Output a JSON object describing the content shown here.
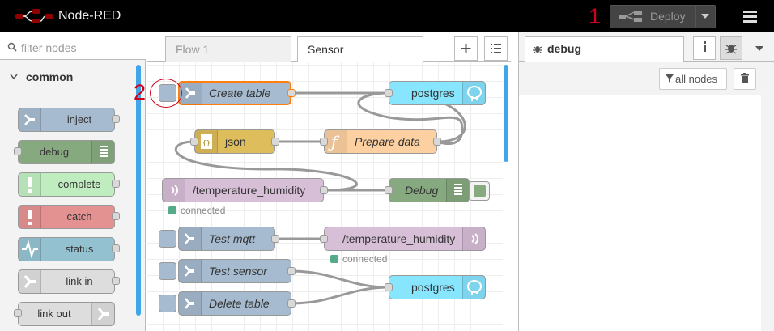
{
  "header": {
    "title": "Node-RED",
    "deploy_label": "Deploy"
  },
  "markers": {
    "one": "1",
    "two": "2"
  },
  "palette": {
    "filter_placeholder": "filter nodes",
    "category": "common",
    "nodes": [
      {
        "label": "inject",
        "color": "#a6bbcf"
      },
      {
        "label": "debug",
        "color": "#87a980"
      },
      {
        "label": "complete",
        "color": "#c0edc0"
      },
      {
        "label": "catch",
        "color": "#e49191"
      },
      {
        "label": "status",
        "color": "#94c1d0"
      },
      {
        "label": "link in",
        "color": "#dddddd"
      },
      {
        "label": "link out",
        "color": "#dddddd"
      }
    ]
  },
  "workspace": {
    "tabs": [
      {
        "label": "Flow 1"
      },
      {
        "label": "Sensor"
      }
    ],
    "nodes": {
      "create_table": "Create table",
      "postgres1": "postgres",
      "json": "json",
      "prepare_data": "Prepare data",
      "temp_humidity_in": "/temperature_humidity",
      "debug": "Debug",
      "test_mqtt": "Test mqtt",
      "temp_humidity_out": "/temperature_humidity",
      "test_sensor": "Test sensor",
      "delete_table": "Delete table",
      "postgres2": "postgres"
    },
    "status1": "connected",
    "status2": "connected"
  },
  "sidebar": {
    "tab_label": "debug",
    "filter_label": "all nodes"
  },
  "colors": {
    "inject": "#a6bbcf",
    "postgres": "#87e5fe",
    "function": "#fdd0a2",
    "json": "#debd5c",
    "mqtt": "#d8bfd8",
    "debug": "#87a980",
    "accent": "#d0021b",
    "scroll": "#40a6e8"
  }
}
